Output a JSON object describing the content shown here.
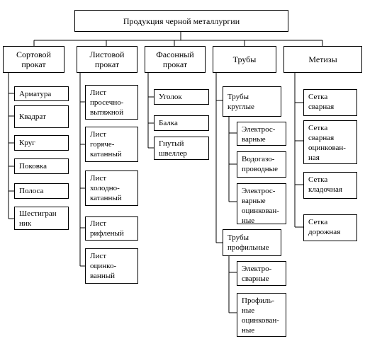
{
  "root": {
    "title": "Продукция черной металлургии"
  },
  "categories": [
    {
      "label": "Сортовой\nпрокат",
      "items": [
        "Арматура",
        "Квадрат",
        "Круг",
        "Поковка",
        "Полоса",
        "Шестигран\nник"
      ]
    },
    {
      "label": "Листовой\nпрокат",
      "items": [
        "Лист\nпросечно-\nвытяжной",
        "Лист\nгоряче-\nкатанный",
        "Лист\nхолодно-\nкатанный",
        "Лист\nрифленый",
        "Лист\nоцинко-\nванный"
      ]
    },
    {
      "label": "Фасонный\nпрокат",
      "items": [
        "Уголок",
        "Балка",
        "Гнутый\nшвеллер"
      ]
    },
    {
      "label": "Трубы",
      "groups": [
        {
          "label": "Трубы\nкруглые",
          "items": [
            "Электрос-\nварные",
            "Водогазо-\nпроводные",
            "Электрос-\nварные\nоцинкован-\nные"
          ]
        },
        {
          "label": "Трубы\nпрофильные",
          "items": [
            "Электро-\nсварные",
            "Профиль-\nные\nоцинкован-\nные"
          ]
        }
      ]
    },
    {
      "label": "Метизы",
      "items": [
        "Сетка\nсварная",
        "Сетка\nсварная\nоцинкован-\nная",
        "Сетка\nкладочная",
        "Сетка\nдорожная"
      ]
    }
  ]
}
